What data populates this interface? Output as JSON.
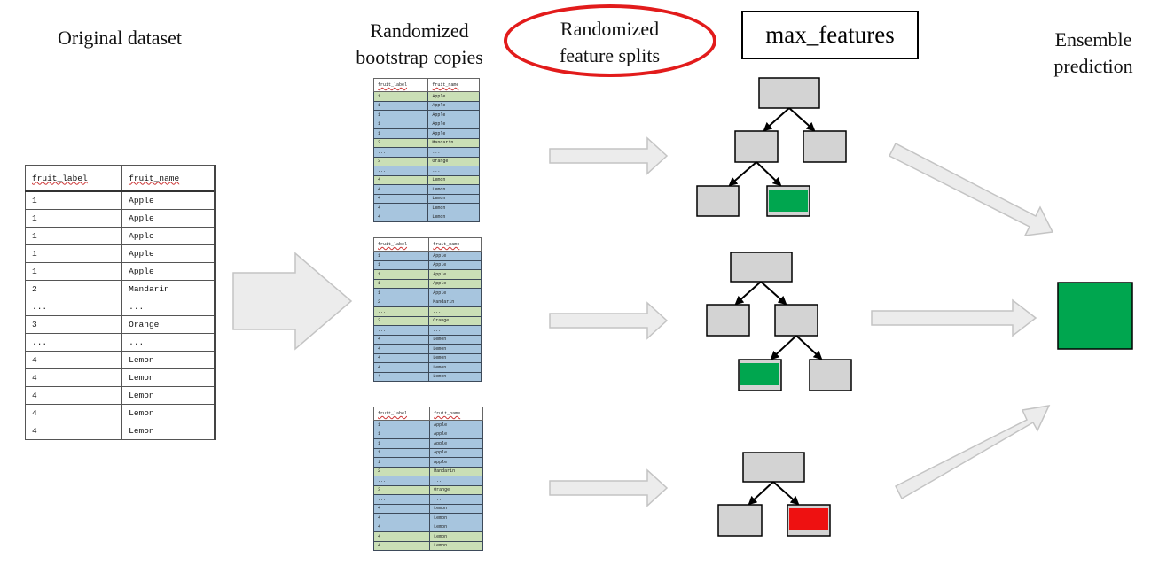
{
  "labels": {
    "original": "Original dataset",
    "bootstrap_line1": "Randomized",
    "bootstrap_line2": "bootstrap copies",
    "feature_line1": "Randomized",
    "feature_line2": "feature splits",
    "max_features": "max_features",
    "ensemble_line1": "Ensemble",
    "ensemble_line2": "prediction"
  },
  "dataset": {
    "headers": [
      "fruit_label",
      "fruit_name"
    ],
    "rows": [
      [
        "1",
        "Apple"
      ],
      [
        "1",
        "Apple"
      ],
      [
        "1",
        "Apple"
      ],
      [
        "1",
        "Apple"
      ],
      [
        "1",
        "Apple"
      ],
      [
        "2",
        "Mandarin"
      ],
      [
        "...",
        "..."
      ],
      [
        "3",
        "Orange"
      ],
      [
        "...",
        "..."
      ],
      [
        "4",
        "Lemon"
      ],
      [
        "4",
        "Lemon"
      ],
      [
        "4",
        "Lemon"
      ],
      [
        "4",
        "Lemon"
      ],
      [
        "4",
        "Lemon"
      ]
    ]
  },
  "bootstrap_copies": [
    {
      "headers": [
        "fruit_label",
        "fruit_name"
      ],
      "rows": [
        [
          "1",
          "Apple"
        ],
        [
          "1",
          "Apple"
        ],
        [
          "1",
          "Apple"
        ],
        [
          "1",
          "Apple"
        ],
        [
          "1",
          "Apple"
        ],
        [
          "2",
          "Mandarin"
        ],
        [
          "...",
          "..."
        ],
        [
          "3",
          "Orange"
        ],
        [
          "...",
          "..."
        ],
        [
          "4",
          "Lemon"
        ],
        [
          "4",
          "Lemon"
        ],
        [
          "4",
          "Lemon"
        ],
        [
          "4",
          "Lemon"
        ],
        [
          "4",
          "Lemon"
        ]
      ],
      "highlight": [
        "g",
        "b",
        "b",
        "b",
        "b",
        "g",
        "b",
        "g",
        "b",
        "g",
        "b",
        "b",
        "b",
        "b"
      ]
    },
    {
      "headers": [
        "fruit_label",
        "fruit_name"
      ],
      "rows": [
        [
          "1",
          "Apple"
        ],
        [
          "1",
          "Apple"
        ],
        [
          "1",
          "Apple"
        ],
        [
          "1",
          "Apple"
        ],
        [
          "1",
          "Apple"
        ],
        [
          "2",
          "Mandarin"
        ],
        [
          "...",
          "..."
        ],
        [
          "3",
          "Orange"
        ],
        [
          "...",
          "..."
        ],
        [
          "4",
          "Lemon"
        ],
        [
          "4",
          "Lemon"
        ],
        [
          "4",
          "Lemon"
        ],
        [
          "4",
          "Lemon"
        ],
        [
          "4",
          "Lemon"
        ]
      ],
      "highlight": [
        "b",
        "b",
        "g",
        "g",
        "b",
        "b",
        "g",
        "g",
        "b",
        "b",
        "b",
        "b",
        "b",
        "b"
      ]
    },
    {
      "headers": [
        "fruit_label",
        "fruit_name"
      ],
      "rows": [
        [
          "1",
          "Apple"
        ],
        [
          "1",
          "Apple"
        ],
        [
          "1",
          "Apple"
        ],
        [
          "1",
          "Apple"
        ],
        [
          "1",
          "Apple"
        ],
        [
          "2",
          "Mandarin"
        ],
        [
          "...",
          "..."
        ],
        [
          "3",
          "Orange"
        ],
        [
          "...",
          "..."
        ],
        [
          "4",
          "Lemon"
        ],
        [
          "4",
          "Lemon"
        ],
        [
          "4",
          "Lemon"
        ],
        [
          "4",
          "Lemon"
        ],
        [
          "4",
          "Lemon"
        ]
      ],
      "highlight": [
        "b",
        "b",
        "b",
        "b",
        "b",
        "g",
        "b",
        "g",
        "b",
        "b",
        "b",
        "b",
        "g",
        "g"
      ]
    }
  ],
  "colors": {
    "node": "#d3d3d3",
    "positive_leaf": "#00a64f",
    "negative_leaf": "#ee1111",
    "highlight_blue": "#a7c5de",
    "highlight_green": "#cadfb6",
    "ellipse": "#e21b1b",
    "arrow_fill": "#ececec",
    "arrow_stroke": "#bdbdbd"
  },
  "ensemble_output_color": "#00a64f"
}
